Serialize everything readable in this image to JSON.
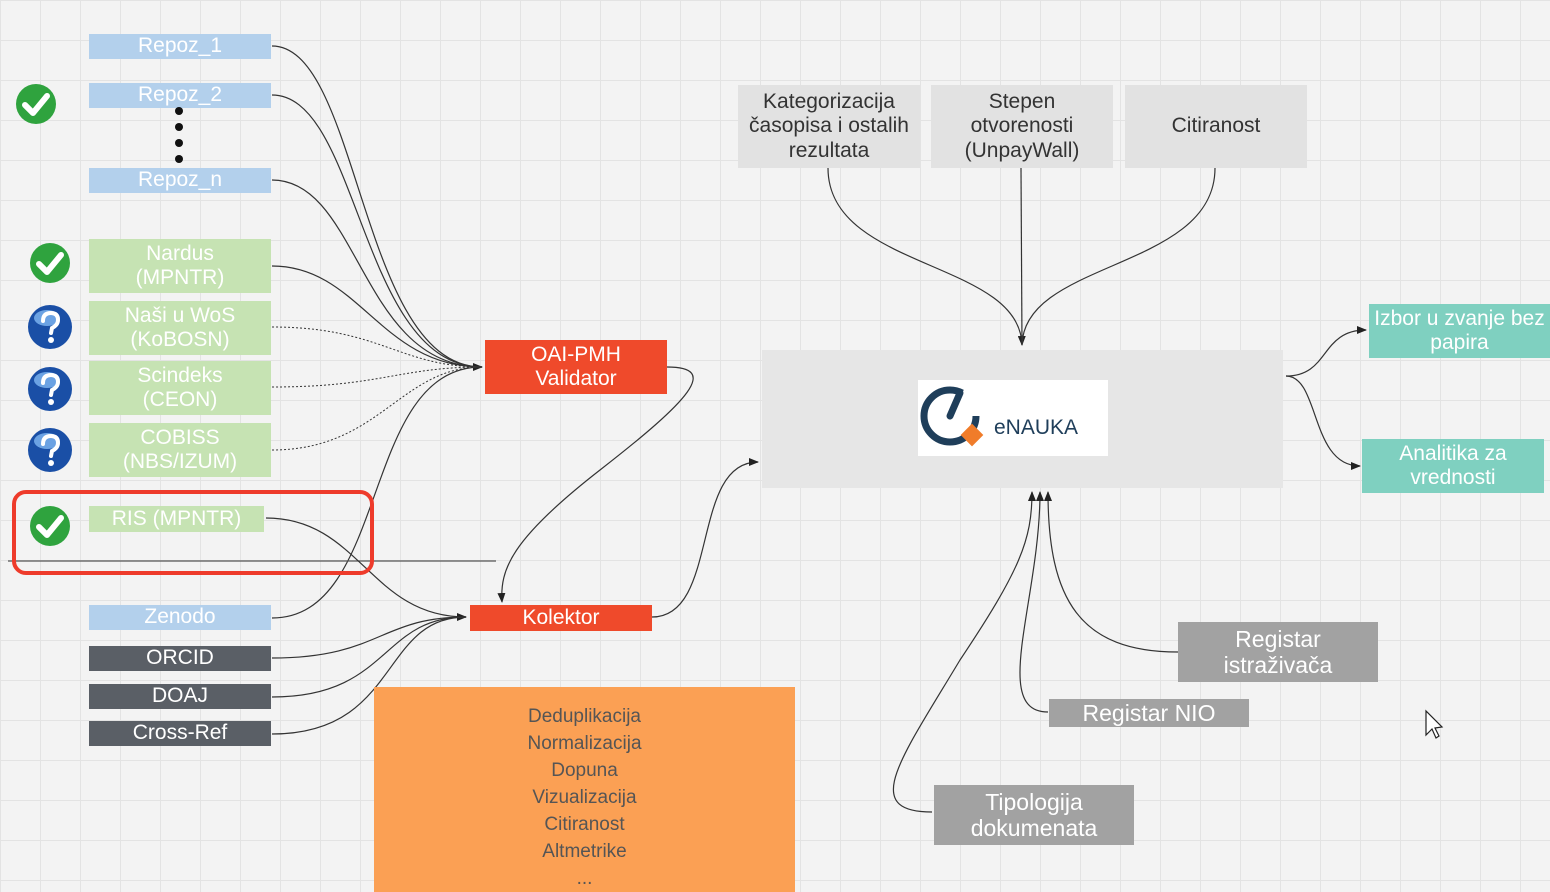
{
  "sources_top": [
    {
      "label": "Repoz_1"
    },
    {
      "label": "Repoz_2"
    },
    {
      "label": "Repoz_n"
    }
  ],
  "sources_national": [
    {
      "label": "Nardus (MPNTR)"
    },
    {
      "label": "Naši u WoS (KoBOSN)"
    },
    {
      "label": "Scindeks (CEON)"
    },
    {
      "label": "COBISS (NBS/IZUM)"
    },
    {
      "label": "RIS (MPNTR)"
    }
  ],
  "sources_external": [
    {
      "label": "Zenodo"
    },
    {
      "label": "ORCID"
    },
    {
      "label": "DOAJ"
    },
    {
      "label": "Cross-Ref"
    }
  ],
  "validator": {
    "label": "OAI-PMH Validator"
  },
  "collector": {
    "label": "Kolektor"
  },
  "processing": {
    "items": [
      "Deduplikacija",
      "Normalizacija",
      "Dopuna",
      "Vizualizacija",
      "Citiranost",
      "Altmetrike",
      "..."
    ]
  },
  "inputs_top": [
    {
      "label": "Kategorizacija časopisa i ostalih rezultata"
    },
    {
      "label": "Stepen otvorenosti (UnpayWall)"
    },
    {
      "label": "Citiranost"
    }
  ],
  "hub": {
    "logo_text": "eNAUKA"
  },
  "outputs": [
    {
      "label": "Izbor u zvanje bez papira"
    },
    {
      "label": "Analitika za vrednosti"
    }
  ],
  "registries": [
    {
      "label": "Registar istraživača"
    },
    {
      "label": "Registar NIO"
    },
    {
      "label": "Tipologija dokumenata"
    }
  ],
  "status_icons": [
    "check-circle-icon",
    "check-circle-icon",
    "help-question-icon",
    "help-question-icon",
    "help-question-icon",
    "check-circle-icon"
  ],
  "colors": {
    "validator": "#ef4a2b",
    "collector": "#ef4a2b",
    "repository": "#b3d0ec",
    "national_source": "#c6e3b3",
    "external_source": "#5a5f66",
    "highlight": "#ee3b2b",
    "processing": "#fba054",
    "output": "#7fd0c0",
    "registry": "#a2a2a2"
  }
}
